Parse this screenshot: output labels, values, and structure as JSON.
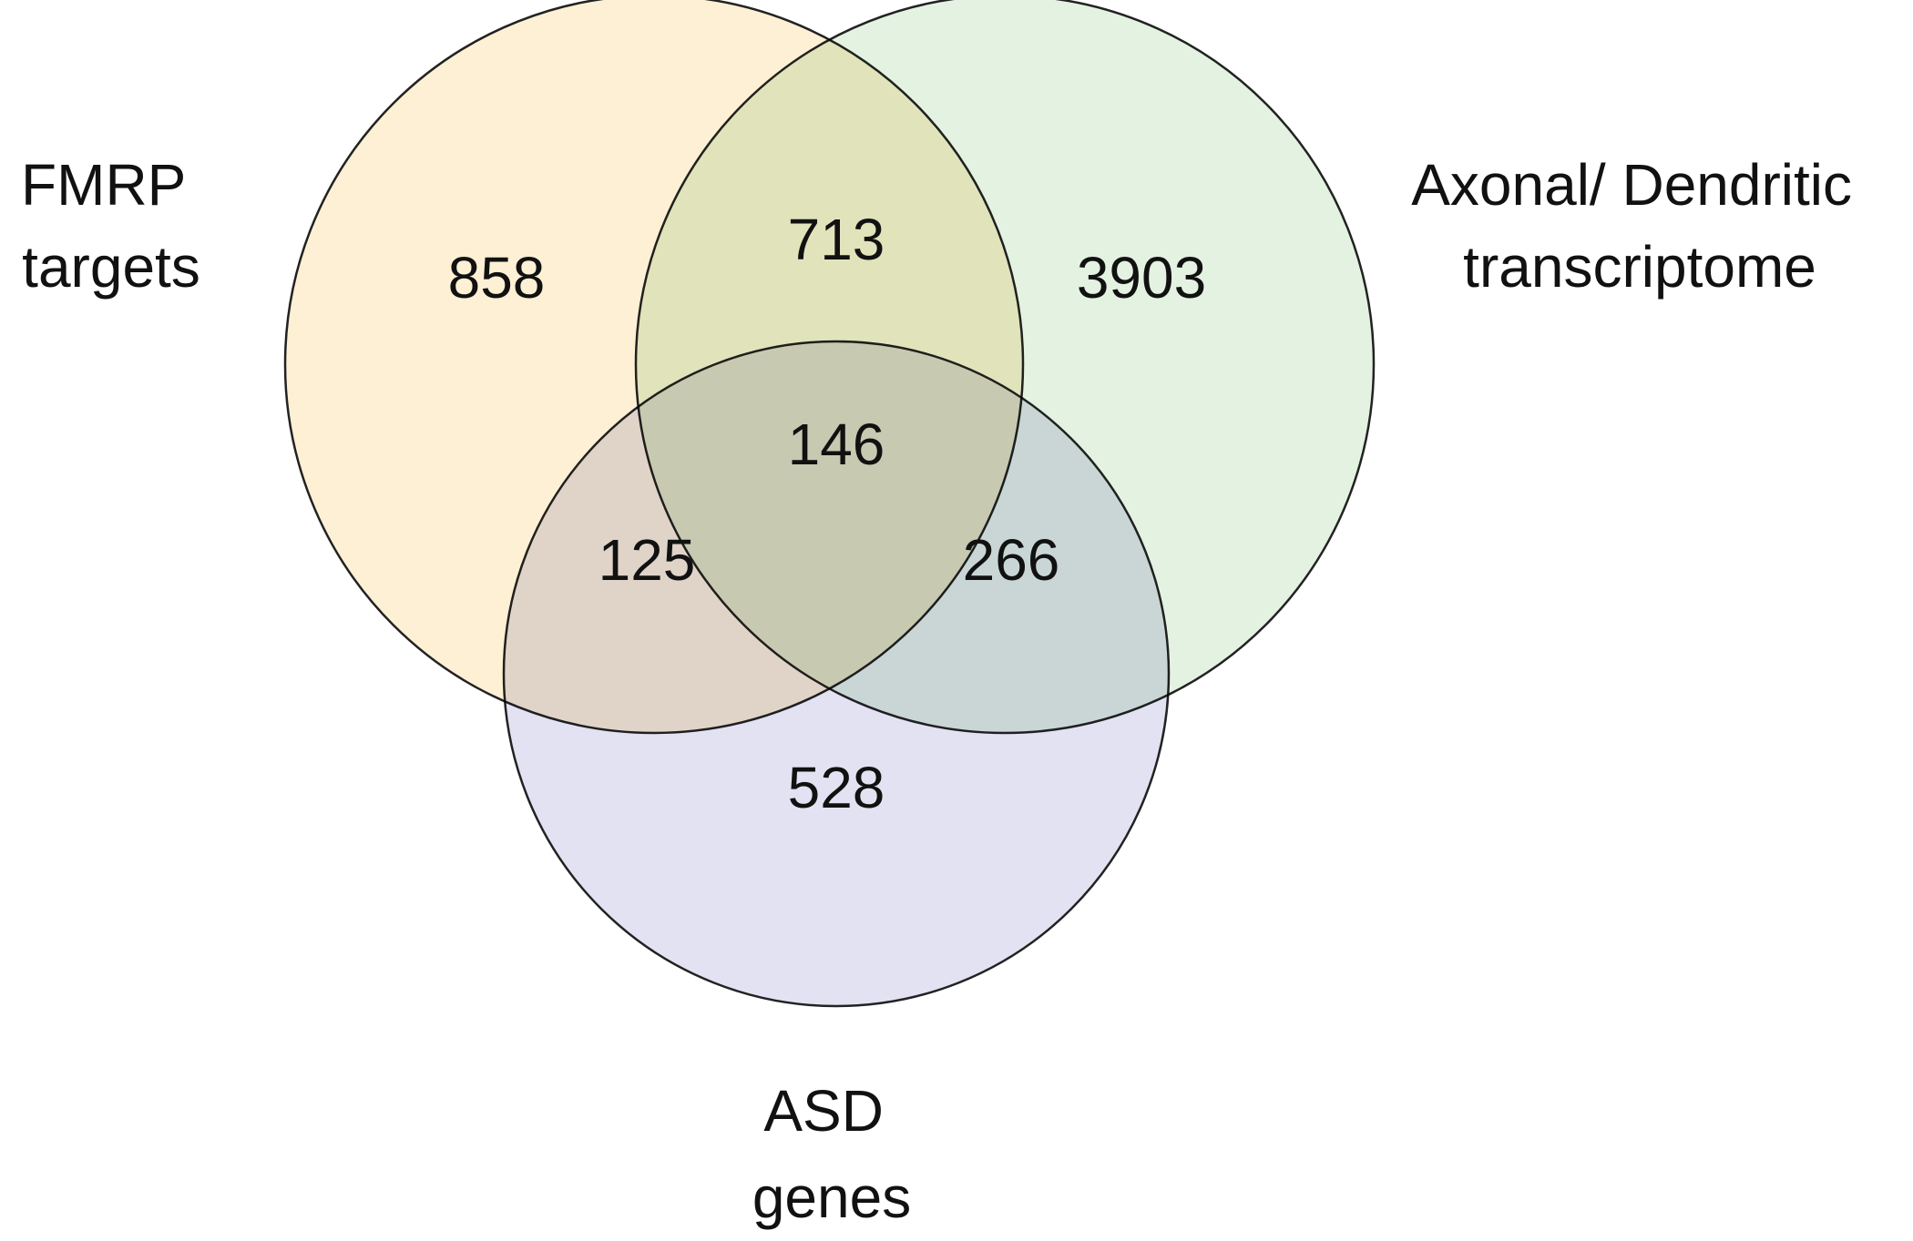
{
  "diagram": {
    "type": "venn",
    "sets": [
      {
        "id": "fmrp",
        "label_lines": [
          "FMRP",
          "targets"
        ],
        "color": "#fdf0d4"
      },
      {
        "id": "axd",
        "label_lines": [
          "Axonal/ Dendritic",
          "transcriptome"
        ],
        "color": "#e3f2e1"
      },
      {
        "id": "asd",
        "label_lines": [
          "ASD",
          "genes"
        ],
        "color": "#e2e2f2"
      }
    ],
    "regions": {
      "fmrp_only": "858",
      "fmrp_axd": "713",
      "axd_only": "3903",
      "all_three": "146",
      "fmrp_asd": "125",
      "axd_asd": "266",
      "asd_only": "528"
    }
  }
}
